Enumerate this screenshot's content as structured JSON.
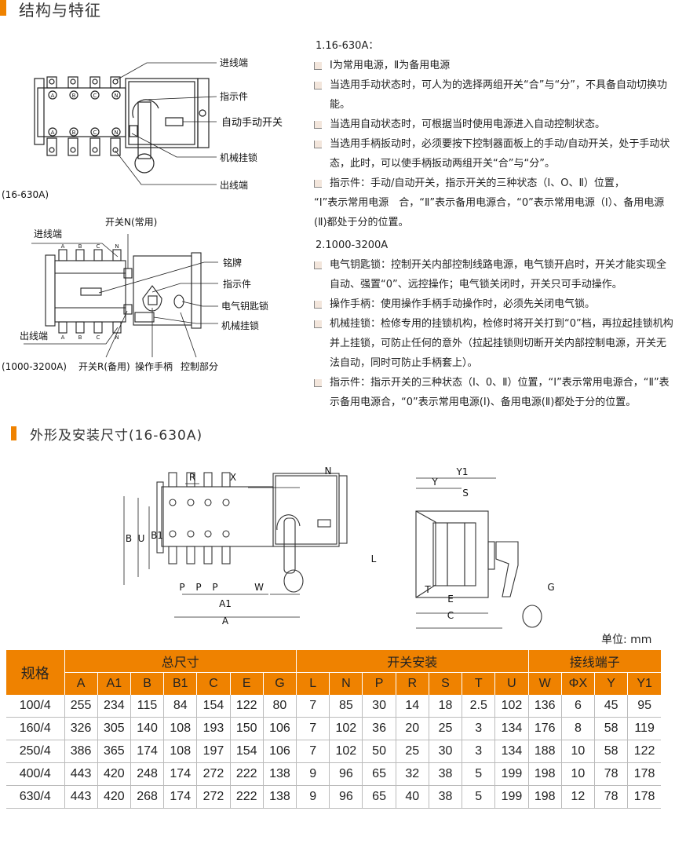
{
  "section1": {
    "title": "结构与特征"
  },
  "diagram1": {
    "labels": {
      "inlet": "进线端",
      "indicator": "指示件",
      "auto_manual": "自动手动开关",
      "padlock": "机械挂锁",
      "outlet": "出线端"
    },
    "phases": [
      "A",
      "B",
      "C",
      "N"
    ],
    "caption": "(16-630A)"
  },
  "diagram2": {
    "labels": {
      "switch_n": "开关N(常用)",
      "inlet": "进线端",
      "nameplate": "铭牌",
      "indicator": "指示件",
      "key_lock": "电气钥匙锁",
      "padlock": "机械挂锁",
      "outlet": "出线端",
      "switch_r": "开关R(备用)",
      "handle": "操作手柄",
      "control": "控制部分"
    },
    "phases": [
      "A",
      "B",
      "C",
      "N"
    ],
    "caption": "(1000-3200A)"
  },
  "features": {
    "group1": {
      "title": "1.16-630A：",
      "items": [
        "Ⅰ为常用电源，Ⅱ为备用电源",
        "当选用手动状态时，可人为的选择两组开关“合”与“分”，不具备自动切换功能。",
        "当选用自动状态时，可根据当时使用电源进入自动控制状态。",
        "当选用手柄扳动时，必须要按下控制器面板上的手动/自动开关，处于手动状态，此时，可以使手柄扳动两组开关“合”与“分”。",
        "指示件：手动/自动开关，指示开关的三种状态（Ⅰ、O、Ⅱ）位置，"
      ],
      "continuation": "“Ⅰ”表示常用电源　合，“Ⅱ”表示备用电源合，“0”表示常用电源（Ⅰ）、备用电源(Ⅱ)都处于分的位置。"
    },
    "group2": {
      "title": "2.1000-3200A",
      "items": [
        "电气钥匙锁：控制开关内部控制线路电源，电气锁开启时，开关才能实现全自动、强置“0”、远控操作；电气锁关闭时，开关只可手动操作。",
        "操作手柄：使用操作手柄手动操作时，必须先关闭电气锁。",
        "机械挂锁：检修专用的挂锁机构，检修时将开关打到“0”档，再拉起挂锁机构并上挂锁，可防止任何的意外（拉起挂锁则切断开关内部控制电源，开关无法自动，同时可防止手柄套上）。",
        "指示件：指示开关的三种状态（Ⅰ、0、Ⅱ）位置，“Ⅰ”表示常用电源合，“Ⅱ”表示备用电源合，“0”表示常用电源(Ⅰ)、备用电源(Ⅱ)都处于分的位置。"
      ]
    }
  },
  "section2": {
    "title": "外形及安装尺寸(16-630A)"
  },
  "diagram3": {
    "dims": {
      "R": "R",
      "X": "X",
      "N": "N",
      "Y1": "Y1",
      "Y": "Y",
      "S": "S",
      "B": "B",
      "U": "U",
      "B1": "B1",
      "L": "L",
      "G": "G",
      "P": "P",
      "W": "W",
      "A1": "A1",
      "A": "A",
      "T": "T",
      "E": "E",
      "C": "C"
    }
  },
  "unit": "单位: mm",
  "table": {
    "spec_header": "规格",
    "groups": [
      "总尺寸",
      "开关安装",
      "接线端子"
    ],
    "columns": [
      "A",
      "A1",
      "B",
      "B1",
      "C",
      "E",
      "G",
      "L",
      "N",
      "P",
      "R",
      "S",
      "T",
      "U",
      "W",
      "ΦX",
      "Y",
      "Y1"
    ],
    "rows": [
      {
        "spec": "100/4",
        "values": [
          "255",
          "234",
          "115",
          "84",
          "154",
          "122",
          "80",
          "7",
          "85",
          "30",
          "14",
          "18",
          "2.5",
          "102",
          "136",
          "6",
          "45",
          "95"
        ]
      },
      {
        "spec": "160/4",
        "values": [
          "326",
          "305",
          "140",
          "108",
          "193",
          "150",
          "106",
          "7",
          "102",
          "36",
          "20",
          "25",
          "3",
          "134",
          "176",
          "8",
          "58",
          "119"
        ]
      },
      {
        "spec": "250/4",
        "values": [
          "386",
          "365",
          "174",
          "108",
          "197",
          "154",
          "106",
          "7",
          "102",
          "50",
          "25",
          "30",
          "3",
          "134",
          "188",
          "10",
          "58",
          "122"
        ]
      },
      {
        "spec": "400/4",
        "values": [
          "443",
          "420",
          "248",
          "174",
          "272",
          "222",
          "138",
          "9",
          "96",
          "65",
          "32",
          "38",
          "5",
          "199",
          "198",
          "10",
          "78",
          "178"
        ]
      },
      {
        "spec": "630/4",
        "values": [
          "443",
          "420",
          "268",
          "174",
          "272",
          "222",
          "138",
          "9",
          "96",
          "65",
          "40",
          "38",
          "5",
          "199",
          "198",
          "12",
          "78",
          "178"
        ]
      }
    ]
  },
  "colors": {
    "accent": "#ef8200",
    "bullet": "#f3e6dc"
  }
}
